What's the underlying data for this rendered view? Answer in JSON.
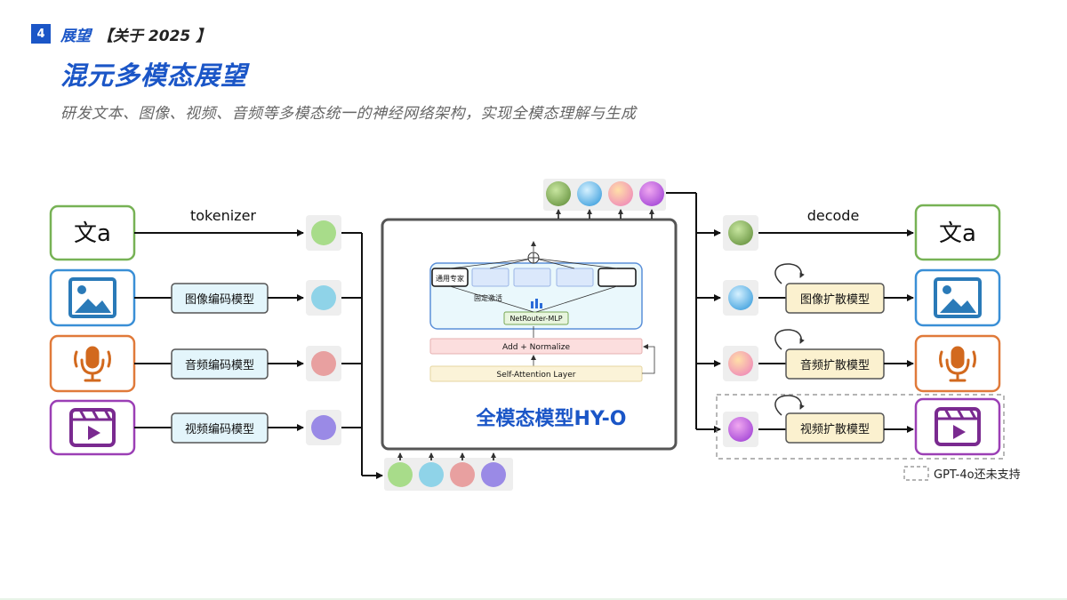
{
  "header": {
    "page_number": "4",
    "section": "展望",
    "section_bracket": "【关于 2025 】",
    "title": "混元多模态展望",
    "subtitle": "研发文本、图像、视频、音频等多模态统一的神经网络架构，实现全模态理解与生成"
  },
  "diagram": {
    "input_text_icon": "文a",
    "output_text_icon": "文a",
    "tokenizer_label": "tokenizer",
    "decode_label": "decode",
    "encoders": [
      "图像编码模型",
      "音频编码模型",
      "视频编码模型"
    ],
    "decoders": [
      "图像扩散模型",
      "音频扩散模型",
      "视频扩散模型"
    ],
    "model": {
      "name": "全模态模型HY-O",
      "general_expert": "通用专家",
      "fixed_activation": "固定激活",
      "router": "NetRouter-MLP",
      "add_norm": "Add + Normalize",
      "self_attention": "Self-Attention Layer"
    },
    "legend": "GPT-4o还未支持",
    "token_colors": {
      "text": "#a8dc8a",
      "image": "#8fd3e8",
      "audio": "#e8a0a0",
      "video": "#9a8ae6"
    },
    "icons": [
      "text-translate-icon",
      "image-icon",
      "microphone-icon",
      "video-clapper-icon",
      "add-circle-icon"
    ]
  }
}
